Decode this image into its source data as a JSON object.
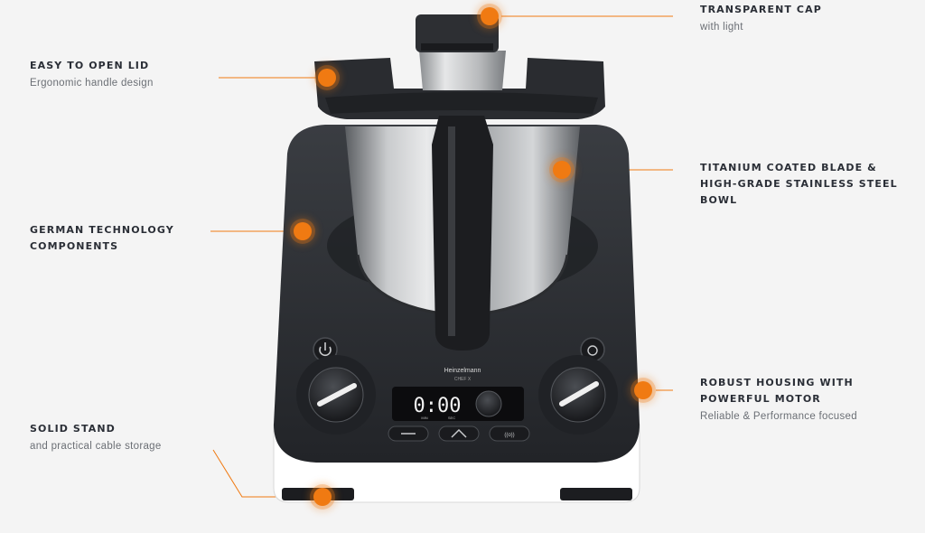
{
  "features": {
    "lid": {
      "title": "EASY TO OPEN LID",
      "subtitle": "Ergonomic handle design"
    },
    "german": {
      "title": "GERMAN TECHNOLOGY\nCOMPONENTS",
      "subtitle": ""
    },
    "stand": {
      "title": "SOLID STAND",
      "subtitle": "and practical cable storage"
    },
    "cap": {
      "title": "TRANSPARENT CAP",
      "subtitle": "with light"
    },
    "blade": {
      "title": "TITANIUM COATED BLADE &\nHIGH-GRADE STAINLESS STEEL\nBOWL",
      "subtitle": ""
    },
    "housing": {
      "title": "ROBUST HOUSING WITH\nPOWERFUL MOTOR",
      "subtitle": "Reliable & Performance focused"
    }
  },
  "device": {
    "brand": "Heinzelmann",
    "model": "CHEF X",
    "display_time": "0:00",
    "display_min": "MIN",
    "display_sec": "SEC",
    "wifi_label": "((o))"
  },
  "colors": {
    "accent": "#f07a12",
    "body": "#2c2f34",
    "title_text": "#2a2e36",
    "sub_text": "#6b6f75",
    "background": "#f4f4f4"
  }
}
